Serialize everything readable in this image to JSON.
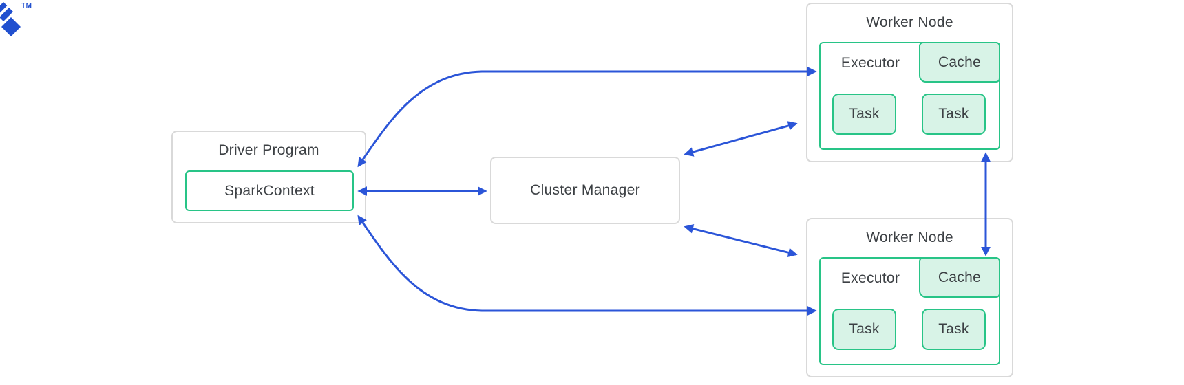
{
  "logo": {
    "trademark": "TM"
  },
  "colors": {
    "arrow_blue": "#2B55D8",
    "green_border": "#28C487",
    "green_fill": "#D8F3E7",
    "gray_border": "#D9D9D9",
    "text": "#3C4044",
    "logo_blue": "#2150CF"
  },
  "driver": {
    "title": "Driver Program",
    "context_label": "SparkContext"
  },
  "cluster_manager": {
    "label": "Cluster Manager"
  },
  "workers": [
    {
      "title": "Worker Node",
      "executor_label": "Executor",
      "cache_label": "Cache",
      "tasks": [
        "Task",
        "Task"
      ]
    },
    {
      "title": "Worker Node",
      "executor_label": "Executor",
      "cache_label": "Cache",
      "tasks": [
        "Task",
        "Task"
      ]
    }
  ],
  "icons": {
    "logo": "toptal-logo-mark"
  }
}
